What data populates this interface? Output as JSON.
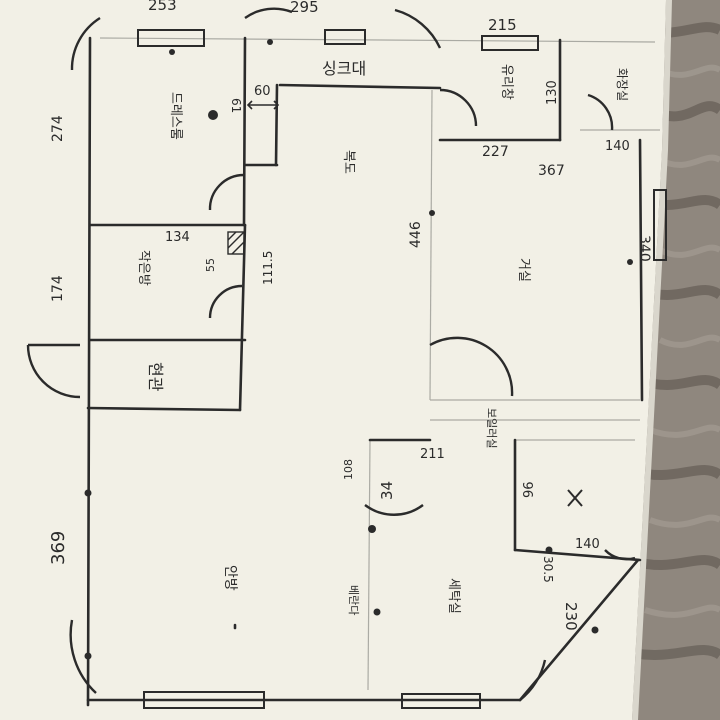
{
  "photo": {
    "description_colors": {
      "paper": "#f2f0e6",
      "ink": "#2b2b2b",
      "pencil": "#9a9a94",
      "fabric": "#8d857c",
      "fabric_shadow": "#5a524b"
    }
  },
  "sketch": {
    "dims": {
      "top_left": "253",
      "top_mid": "295",
      "top_right": "215",
      "left_top": "274",
      "left_mid": "174",
      "left_bottom": "369",
      "notch_width": "60",
      "small_room_width": "134",
      "small_room_side": "111.5",
      "closet": "55",
      "hall_len": "446",
      "dim_227": "227",
      "dim_367": "367",
      "dim_140_top": "140",
      "dim_130": "130",
      "right_edge": "340",
      "dim_211": "211",
      "dim_108": "108",
      "dim_34": "34",
      "dim_96": "96",
      "dim_140_bottom": "140",
      "dim_305": "30.5",
      "dim_230": "230",
      "dim_61": "61"
    },
    "labels": {
      "room_top_left": "드레스룸",
      "room_top_mid": "싱크대",
      "room_top_right": "유리창",
      "room_corner": "화장실",
      "room_mid_left": "작은방",
      "room_entry": "현관",
      "room_hall": "복도",
      "room_right": "거실",
      "room_bottom_left": "안방",
      "room_bottom_mid": "세탁실",
      "room_bottom_center": "베란다",
      "strip_label": "보일러실"
    }
  }
}
